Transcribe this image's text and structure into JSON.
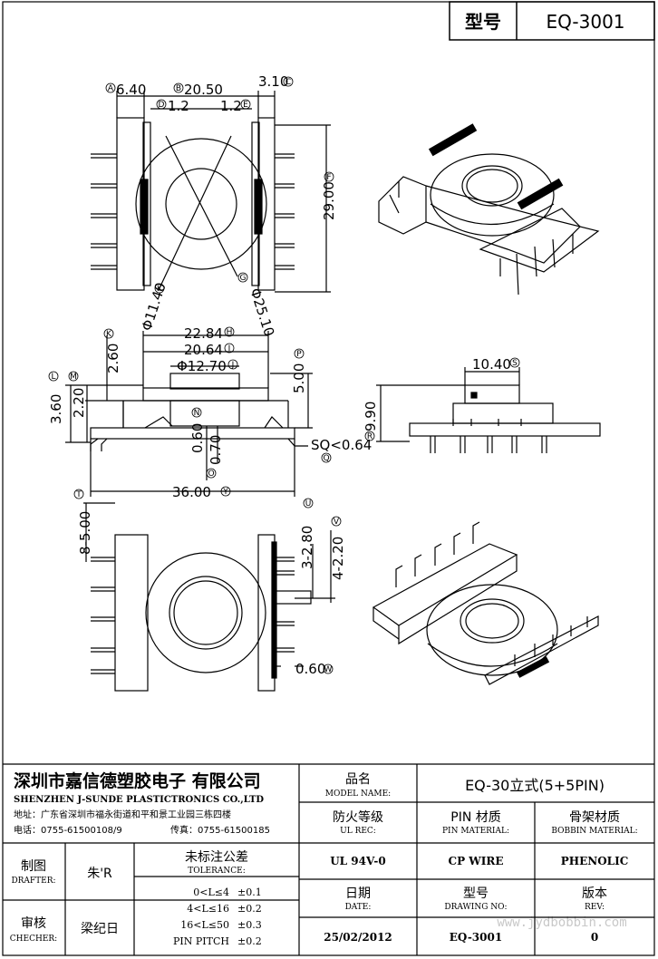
{
  "header": {
    "model_label": "型号",
    "model_value": "EQ-3001"
  },
  "top_view": {
    "dims": {
      "a": "6.40",
      "b": "20.50",
      "c": "3.10",
      "d": "1.2",
      "e": "1.2",
      "f": "29.00",
      "k": "Φ11.40",
      "g": "Φ25.10"
    },
    "markers": {
      "a": "A",
      "b": "B",
      "c": "C",
      "d": "D",
      "e": "E",
      "f": "F",
      "k": "K",
      "g": "G"
    }
  },
  "front_view": {
    "dims": {
      "h": "22.84",
      "i": "20.64",
      "j": "Φ12.70",
      "k": "2.60",
      "l": "3.60",
      "m": "2.20",
      "n": "0.60",
      "o": "0.70",
      "p": "5.00",
      "q": "SQ<0.64",
      "y": "36.00"
    },
    "markers": {
      "h": "H",
      "i": "I",
      "j": "J",
      "k": "K",
      "l": "L",
      "m": "M",
      "n": "N",
      "o": "O",
      "p": "P",
      "q": "Q",
      "y": "Y"
    }
  },
  "side_view": {
    "dims": {
      "s": "10.40",
      "r": "9.90"
    },
    "markers": {
      "s": "S",
      "r": "R"
    }
  },
  "bottom_view": {
    "dims": {
      "t": "8-5.00",
      "u": "3-2.80",
      "v": "4-2.20",
      "w": "0.60"
    },
    "markers": {
      "t": "T",
      "u": "U",
      "v": "V",
      "w": "W"
    }
  },
  "title_block": {
    "company_cn": "深圳市嘉信德塑胶电子 有限公司",
    "company_en": "SHENZHEN J-SUNDE PLASTICTRONICS CO.,LTD",
    "address": "地址：广东省深圳市福永街道和平和景工业园三栋四楼",
    "phone": "电话：0755-61500108/9",
    "fax": "传真：0755-61500185",
    "model_name_cn": "品名",
    "model_name_en": "MODEL NAME:",
    "model_name_value": "EQ-30立式(5+5PIN)",
    "ul_cn": "防火等级",
    "ul_en": "UL REC:",
    "ul_value": "UL 94V-0",
    "pin_cn": "PIN 材质",
    "pin_en": "PIN MATERIAL:",
    "pin_value": "CP WIRE",
    "bobbin_cn": "骨架材质",
    "bobbin_en": "BOBBIN MATERIAL:",
    "bobbin_value": "PHENOLIC",
    "drafter_cn": "制图",
    "drafter_en": "DRAFTER:",
    "drafter_value": "朱'R",
    "checker_cn": "审核",
    "checker_en": "CHECHER:",
    "checker_value": "梁纪日",
    "tolerance_cn": "未标注公差",
    "tolerance_en": "TOLERANCE:",
    "tolerances": [
      {
        "range": "0<L≤4",
        "value": "±0.1"
      },
      {
        "range": "4<L≤16",
        "value": "±0.2"
      },
      {
        "range": "16<L≤50",
        "value": "±0.3"
      },
      {
        "range": "PIN PITCH",
        "value": "±0.2"
      }
    ],
    "date_cn": "日期",
    "date_en": "DATE:",
    "date_value": "25/02/2012",
    "drawing_cn": "型号",
    "drawing_en": "DRAWING NO:",
    "drawing_value": "EQ-3001",
    "rev_cn": "版本",
    "rev_en": "REV:",
    "rev_value": "0"
  }
}
